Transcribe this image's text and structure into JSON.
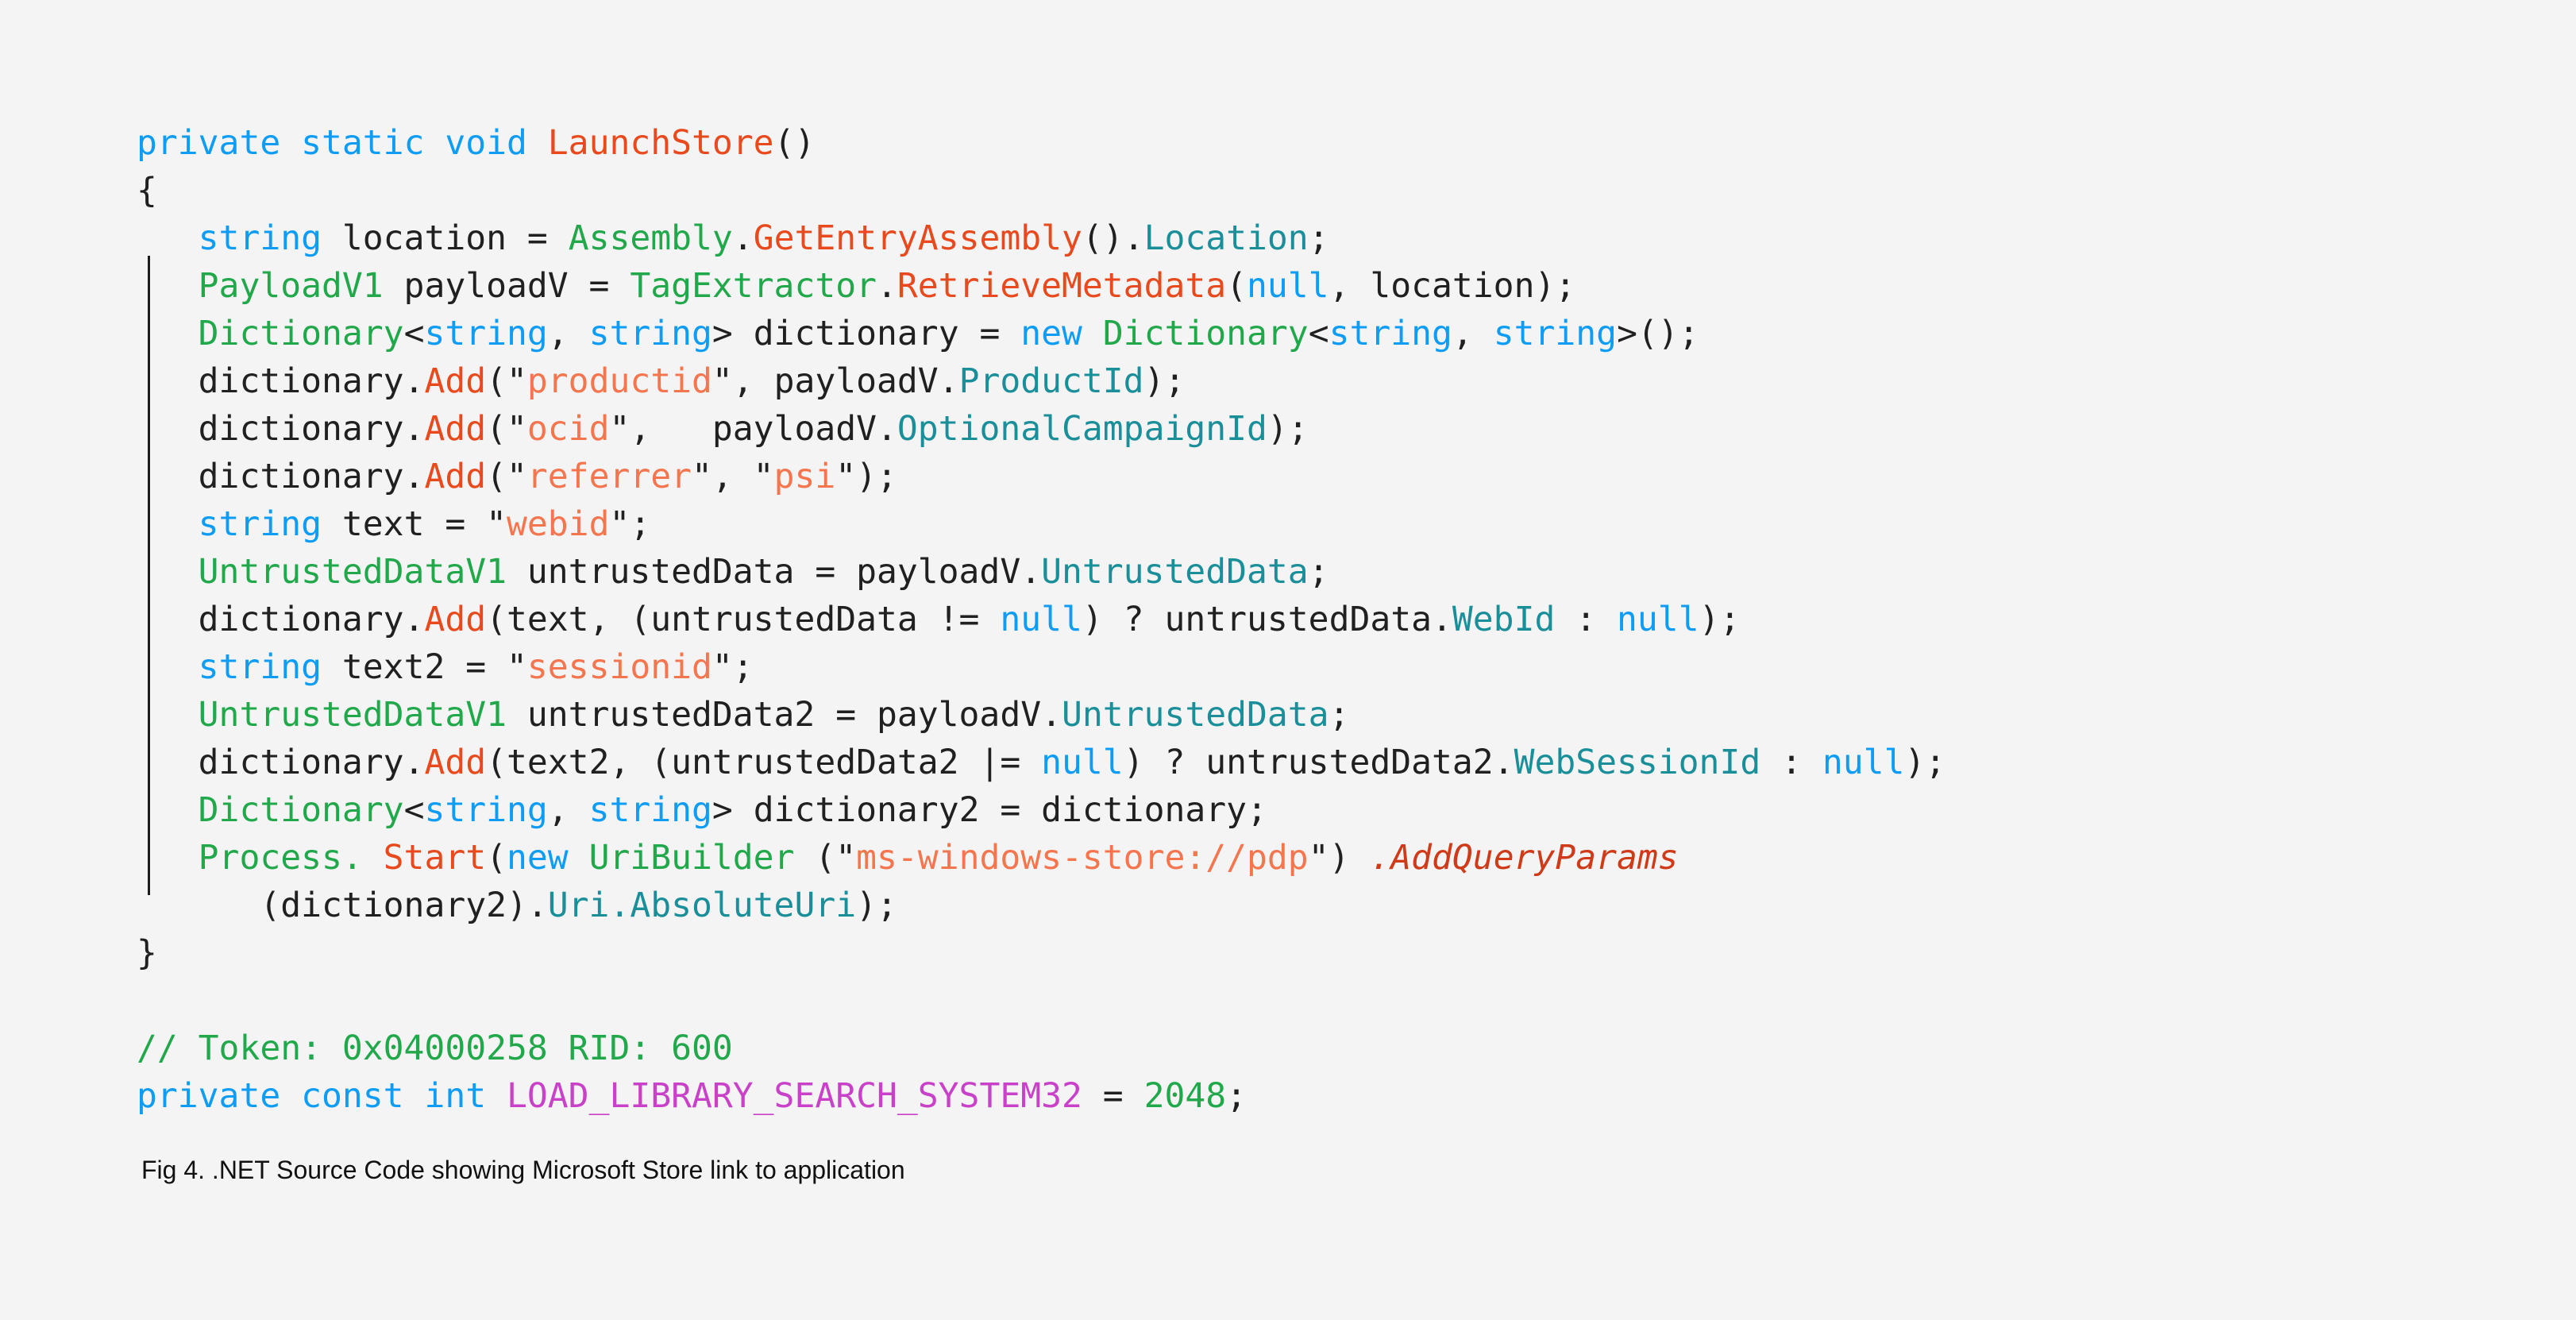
{
  "figure": {
    "background_color": "#f4f4f4",
    "caption": "Fig 4. .NET Source Code showing Microsoft Store link to application"
  },
  "theme": {
    "keyword_color": "#0e9cf5",
    "type_color": "#21a84a",
    "method_color": "#e8491d",
    "string_color": "#f5764e",
    "property_color": "#1a8f99",
    "comment_color": "#21a84a",
    "number_color": "#21a84a",
    "constant_color": "#c940c9",
    "plain_color": "#202020",
    "extension_method_color": "#cf3a18"
  },
  "code": {
    "language": "csharp",
    "lines": [
      {
        "n": 1,
        "text": "private static void LaunchStore()"
      },
      {
        "n": 2,
        "text": "{"
      },
      {
        "n": 3,
        "text": "    string location = Assembly.GetEntryAssembly().Location;"
      },
      {
        "n": 4,
        "text": "    PayloadV1 payloadV = TagExtractor.RetrieveMetadata(null, location);"
      },
      {
        "n": 5,
        "text": "    Dictionary<string, string> dictionary = new Dictionary<string, string>();"
      },
      {
        "n": 6,
        "text": "    dictionary.Add(\"productid\", payloadV.ProductId);"
      },
      {
        "n": 7,
        "text": "    dictionary.Add(\"ocid\",   payloadV.OptionalCampaignId);"
      },
      {
        "n": 8,
        "text": "    dictionary.Add(\"referrer\", \"psi\");"
      },
      {
        "n": 9,
        "text": "    string text = \"webid\";"
      },
      {
        "n": 10,
        "text": "    UntrustedDataV1 untrustedData = payloadV.UntrustedData;"
      },
      {
        "n": 11,
        "text": "    dictionary.Add(text, (untrustedData != null) ? untrustedData.WebId : null);"
      },
      {
        "n": 12,
        "text": "    string text2 = \"sessionid\";"
      },
      {
        "n": 13,
        "text": "    UntrustedDataV1 untrustedData2 = payloadV.UntrustedData;"
      },
      {
        "n": 14,
        "text": "    dictionary.Add(text2, (untrustedData2 |= null) ? untrustedData2.WebSessionId : null);"
      },
      {
        "n": 15,
        "text": "    Dictionary<string, string> dictionary2 = dictionary;"
      },
      {
        "n": 16,
        "text": "    Process. Start(new UriBuilder (\"ms-windows-store://pdp\") .AddQueryParams"
      },
      {
        "n": 17,
        "text": "       (dictionary2).Uri.AbsoluteUri);"
      },
      {
        "n": 18,
        "text": "}"
      },
      {
        "n": 19,
        "text": ""
      },
      {
        "n": 20,
        "text": "// Token: 0x04000258 RID: 600"
      },
      {
        "n": 21,
        "text": "private const int LOAD_LIBRARY_SEARCH_SYSTEM32 = 2048;"
      }
    ],
    "tokens": {
      "l1": {
        "kw_private": "private",
        "kw_static": "static",
        "kw_void": "void",
        "method": "LaunchStore",
        "parens": "()"
      },
      "l2": {
        "brace": "{"
      },
      "l3": {
        "kw_string": "string",
        "var": " location = ",
        "type": "Assembly",
        "dot": ".",
        "method": "GetEntryAssembly",
        "call": "()",
        "dot2": ".",
        "prop": "Location",
        "semi": ";"
      },
      "l4": {
        "type": "PayloadV1",
        "var": " payloadV = ",
        "type2": "TagExtractor",
        "dot": ".",
        "method": "RetrieveMetadata",
        "open": "(",
        "kw_null": "null",
        "args": ", location",
        "close": ");"
      },
      "l5": {
        "type": "Dictionary",
        "lt": "<",
        "kw_string": "string",
        "comma": ", ",
        "kw_string2": "string",
        "gt": "> dictionary = ",
        "kw_new": "new",
        "type2": "Dictionary",
        "lt2": "<",
        "kw_string3": "string",
        "comma2": ", ",
        "kw_string4": "string",
        "gt2": ">();"
      },
      "l6": {
        "obj": "dictionary.",
        "method": "Add",
        "open": "(\"",
        "str": "productid",
        "mid": "\", payloadV.",
        "prop": "ProductId",
        "close": ");"
      },
      "l7": {
        "obj": "dictionary.",
        "method": "Add",
        "open": "(\"",
        "str": "ocid",
        "mid": "\",   payloadV.",
        "prop": "OptionalCampaignId",
        "close": ");"
      },
      "l8": {
        "obj": "dictionary.",
        "method": "Add",
        "open": "(\"",
        "str": "referrer",
        "mid": "\", \"",
        "str2": "psi",
        "close": "\");"
      },
      "l9": {
        "kw_string": "string",
        "var": " text = \"",
        "str": "webid",
        "close": "\";"
      },
      "l10": {
        "type": "UntrustedDataV1",
        "var": " untrustedData = payloadV.",
        "prop": "UntrustedData",
        "semi": ";"
      },
      "l11": {
        "obj": "dictionary.",
        "method": "Add",
        "args": "(text, (untrustedData != ",
        "kw_null": "null",
        "mid": ") ? untrustedData.",
        "prop": "WebId",
        "mid2": " : ",
        "kw_null2": "null",
        "close": ");"
      },
      "l12": {
        "kw_string": "string",
        "var": " text2 = \"",
        "str": "sessionid",
        "close": "\";"
      },
      "l13": {
        "type": "UntrustedDataV1",
        "var": " untrustedData2 = payloadV.",
        "prop": "UntrustedData",
        "semi": ";"
      },
      "l14": {
        "obj": "dictionary.",
        "method": "Add",
        "args": "(text2, (untrustedData2 |= ",
        "kw_null": "null",
        "mid": ") ? untrustedData2.",
        "prop": "WebSessionId",
        "mid2": " : ",
        "kw_null2": "null",
        "close": ");"
      },
      "l15": {
        "type": "Dictionary",
        "lt": "<",
        "kw_string": "string",
        "comma": ", ",
        "kw_string2": "string",
        "gt": "> dictionary2 = dictionary;"
      },
      "l16": {
        "type": "Process",
        "dot": ". ",
        "method": "Start",
        "open": "(",
        "kw_new": "new",
        "type2": "UriBuilder",
        "open2": " (\"",
        "str": "ms-windows-store://pdp",
        "mid": "\") ",
        "ext": ".AddQueryParams"
      },
      "l17": {
        "plain": "   (dictionary2).",
        "prop": "Uri",
        "dot": ".",
        "prop2": "AbsoluteUri",
        "close": ");"
      },
      "l18": {
        "brace": "}"
      },
      "l20": {
        "comment": "// Token: 0x04000258 RID: 600"
      },
      "l21": {
        "kw_private": "private",
        "kw_const": "const",
        "kw_int": "int",
        "constant": "LOAD_LIBRARY_SEARCH_SYSTEM32",
        "eq": " = ",
        "num": "2048",
        "semi": ";"
      }
    }
  }
}
